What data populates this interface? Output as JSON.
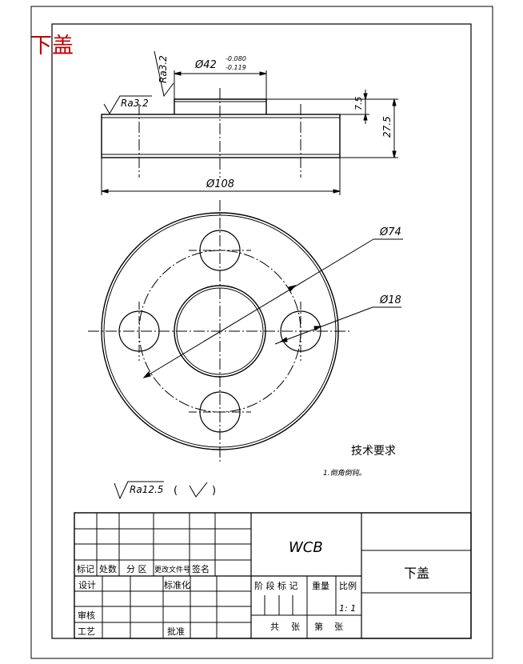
{
  "title_mark": "下盖",
  "dims": {
    "d42": "Ø42",
    "d42_upper": "-0.080",
    "d42_lower": "-0.119",
    "d108": "Ø108",
    "h7_5": "7.5",
    "h27_5": "27.5",
    "d74": "Ø74",
    "d18": "Ø18"
  },
  "roughness": {
    "ra_top": "Ra3.2",
    "ra_side": "Ra3.2",
    "ra_general": "Ra12.5",
    "general_paren_open": "(",
    "general_paren_close": ")"
  },
  "tech": {
    "heading": "技术要求",
    "item1": "1.倒角倒钝。"
  },
  "title_block": {
    "material": "WCB",
    "part_name": "下盖",
    "labels": {
      "mark": "标记",
      "count": "处数",
      "zone": "分 区",
      "doc_no": "更改文件号",
      "sign": "签名",
      "design": "设计",
      "standard": "标准化",
      "review": "审核",
      "process": "工艺",
      "approve": "批准",
      "stage_mark": "阶 段 标 记",
      "weight": "重量",
      "scale": "比例",
      "total": "共",
      "sheets": "张",
      "no": "第",
      "sheet": "张"
    },
    "scale_value": "1: 1"
  }
}
